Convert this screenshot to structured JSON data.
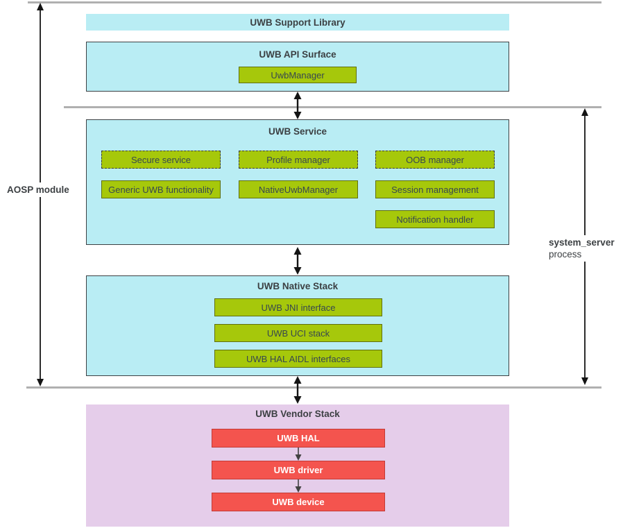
{
  "diagram": {
    "support_library": {
      "title": "UWB Support Library"
    },
    "api_surface": {
      "title": "UWB API Surface",
      "uwb_manager": "UwbManager"
    },
    "service": {
      "title": "UWB Service",
      "dashed_boxes": [
        "Secure service",
        "Profile manager",
        "OOB manager"
      ],
      "solid_boxes": [
        "Generic UWB functionality",
        "NativeUwbManager",
        "Session management"
      ],
      "extra_box": "Notification handler"
    },
    "native_stack": {
      "title": "UWB Native Stack",
      "boxes": [
        "UWB JNI interface",
        "UWB UCI stack",
        "UWB HAL AIDL interfaces"
      ]
    },
    "vendor_stack": {
      "title": "UWB Vendor Stack",
      "boxes": [
        "UWB HAL",
        "UWB driver",
        "UWB device"
      ]
    },
    "annotations": {
      "left": "AOSP module",
      "right_bold": "system_server",
      "right_regular": "process"
    },
    "colors": {
      "cyan_fill": "#b9edf4",
      "green_fill": "#a6c80b",
      "green_border": "#5f6e10",
      "dashed_border": "#3a3a3a",
      "red_fill": "#f4544e",
      "red_border": "#c23a35",
      "purple_fill": "#e5cdea",
      "line_gray": "#b0b0b0",
      "text_dark": "#3c4043",
      "arrow_black": "#141414"
    }
  }
}
